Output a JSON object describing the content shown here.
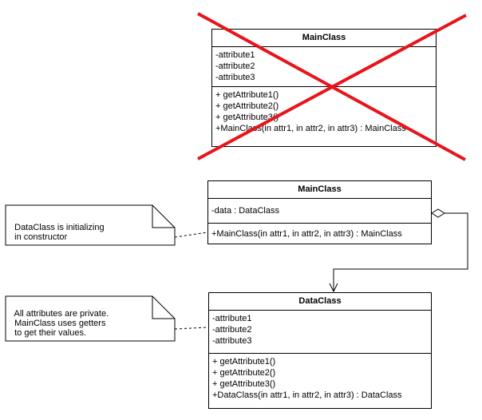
{
  "deprecated_class": {
    "name": "MainClass",
    "attributes": [
      "-attribute1",
      "-attribute2",
      "-attribute3"
    ],
    "methods": [
      "+ getAttribute1()",
      "+ getAttribute2()",
      "+ getAttribute3()",
      "+MainClass(in attr1, in attr2, in attr3) : MainClass"
    ]
  },
  "main_class": {
    "name": "MainClass",
    "attributes": [
      "-data : DataClass"
    ],
    "methods": [
      "+MainClass(in attr1, in attr2, in attr3) : MainClass"
    ]
  },
  "data_class": {
    "name": "DataClass",
    "attributes": [
      "-attribute1",
      "-attribute2",
      "-attribute3"
    ],
    "methods": [
      "+ getAttribute1()",
      "+ getAttribute2()",
      "+ getAttribute3()",
      "+DataClass(in attr1, in attr2, in attr3) : DataClass"
    ]
  },
  "notes": {
    "init_note": [
      "DataClass is initializing",
      "in constructor"
    ],
    "private_note": [
      "All attributes are private.",
      "MainClass uses getters",
      "to get their values."
    ]
  },
  "colors": {
    "cross": "#e8141b",
    "line": "#000000"
  }
}
